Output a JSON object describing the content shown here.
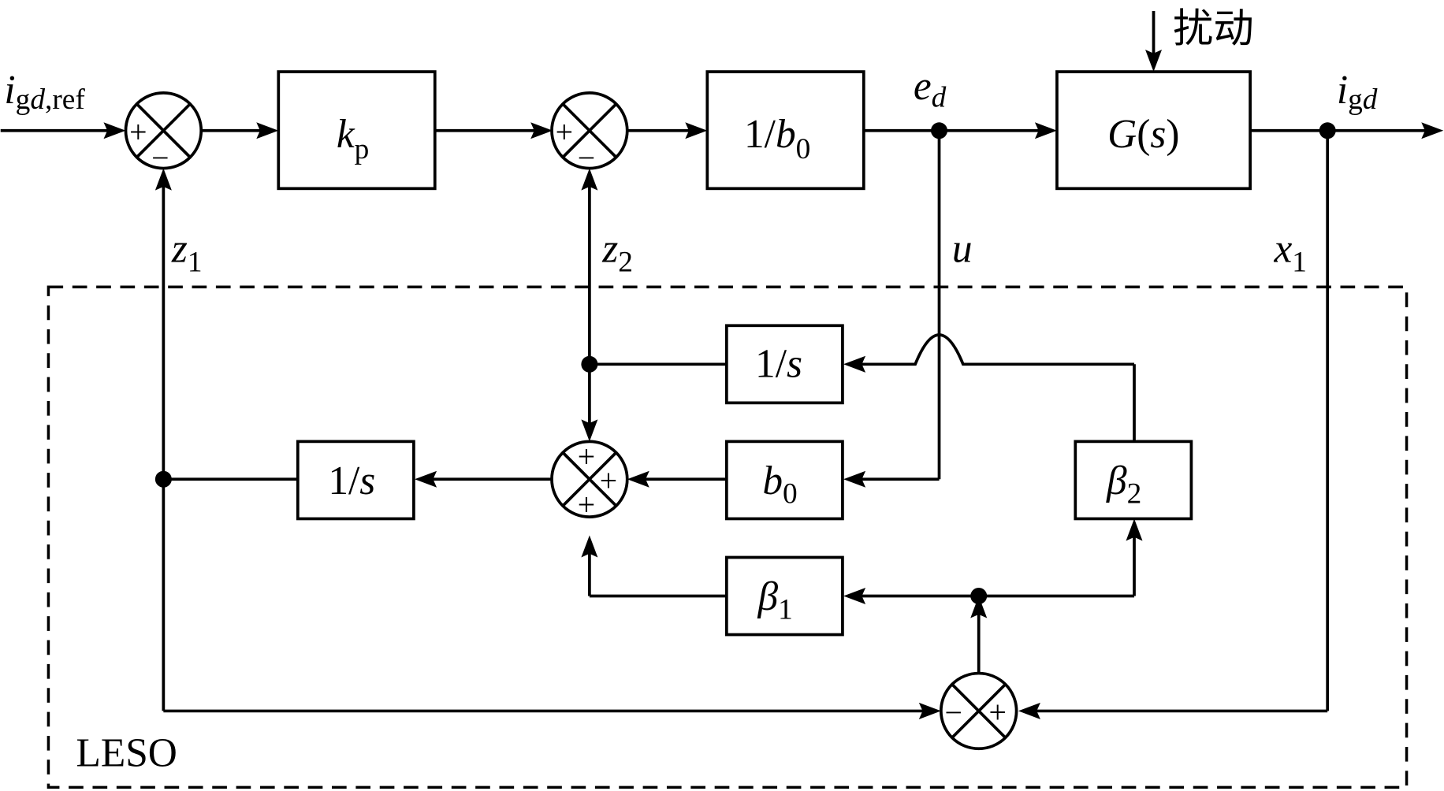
{
  "diagram": {
    "title": "LADRC current control block diagram",
    "inputs": {
      "reference": {
        "main": "i",
        "sub_upright": "g",
        "sub_italic": "d",
        "sub_tail": ",ref"
      },
      "disturbance": "扰动"
    },
    "output": {
      "main": "i",
      "sub_upright": "g",
      "sub_italic": "d"
    },
    "blocks": {
      "kp": {
        "main": "k",
        "sub": "p"
      },
      "inv_b0": {
        "prefix": "1/",
        "main": "b",
        "sub": "0"
      },
      "plant": {
        "main": "G",
        "open": "(",
        "var": "s",
        "close": ")"
      },
      "integrator_z2": {
        "prefix": "1/",
        "var": "s"
      },
      "integrator_z1": {
        "prefix": "1/",
        "var": "s"
      },
      "b0": {
        "main": "b",
        "sub": "0"
      },
      "beta1": {
        "main": "β",
        "sub": "1"
      },
      "beta2": {
        "main": "β",
        "sub": "2"
      }
    },
    "signals": {
      "ed": {
        "main": "e",
        "sub": "d"
      },
      "u": "u",
      "z1": {
        "main": "z",
        "sub": "1"
      },
      "z2": {
        "main": "z",
        "sub": "2"
      },
      "x1": {
        "main": "x",
        "sub": "1"
      }
    },
    "summing_junctions": {
      "sum1": {
        "signs": [
          "+",
          "−"
        ]
      },
      "sum2": {
        "signs": [
          "+",
          "−"
        ]
      },
      "sum3": {
        "signs": [
          "+",
          "+",
          "+"
        ]
      },
      "sum4": {
        "signs": [
          "−",
          "+"
        ]
      }
    },
    "observer_label": "LESO"
  }
}
